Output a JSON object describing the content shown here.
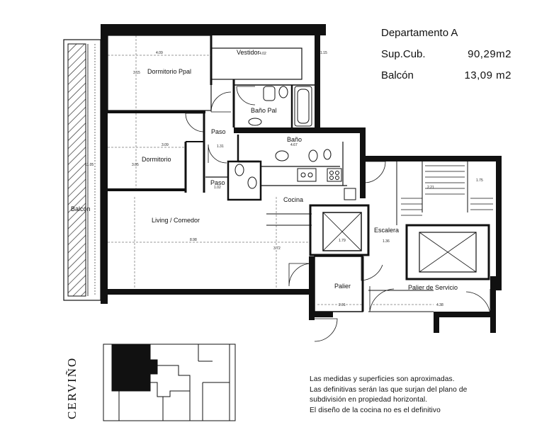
{
  "header": {
    "title": "Departamento A",
    "surface_label": "Sup.Cub.",
    "surface_value": "90,29m2",
    "balcony_label": "Balcón",
    "balcony_value": "13,09 m2"
  },
  "rooms": {
    "dormitorio_ppal": "Dormitorio Ppal",
    "vestidor": "Vestidor",
    "bano_ppal": "Baño Pal",
    "paso_1": "Paso",
    "bano": "Baño",
    "dormitorio": "Dormitorio",
    "paso_2": "Paso",
    "cocina": "Cocina",
    "living": "Living / Comedor",
    "balcon": "Balcón",
    "escalera": "Escalera",
    "palier": "Palier",
    "palier_servicio": "Palier de Servicio"
  },
  "dimensions": {
    "d_dorm_ppal_w": "4.09",
    "d_dorm_ppal_h": "3.15",
    "d_vestidor": "4.02",
    "d_vest_side": "1.15",
    "d_bano_w": "4.67",
    "d_paso": "1.31",
    "d_dorm_w": "3.09",
    "d_dorm_h": "3.05",
    "d_living_w": "8.98",
    "d_living_h": "3.72",
    "d_balcon": "11.05",
    "d_paso2": "1.02",
    "d_esc": "1.36",
    "d_palier": "2.01",
    "d_servicio": "4.38",
    "d_stair": "2.21",
    "d_side": "1.75",
    "d_asc": "1.79"
  },
  "brand": "CERVIÑO",
  "notes": [
    "Las medidas y superficies son aproximadas.",
    "Las definitivas serán las que surjan del plano de",
    "subdivisión en propiedad horizontal.",
    "El diseño de la cocina no es el definitivo"
  ]
}
